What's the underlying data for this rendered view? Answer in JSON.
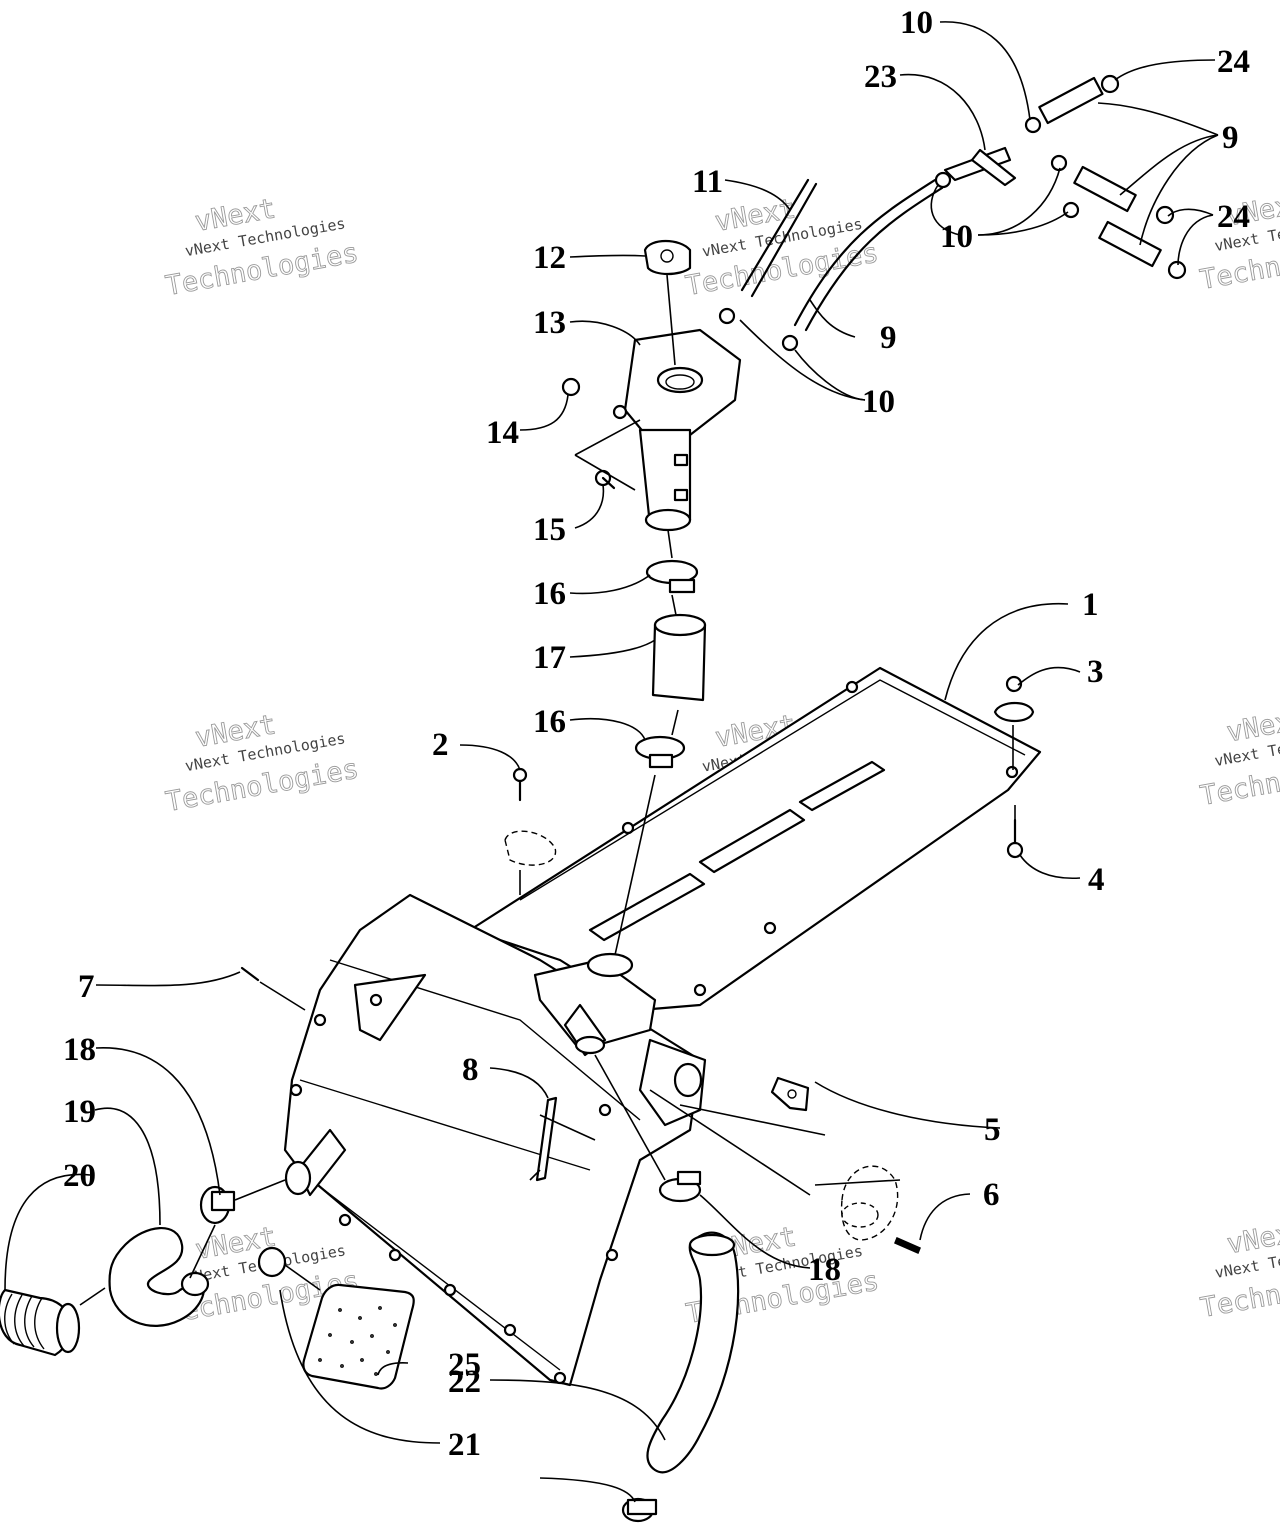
{
  "callouts": [
    "1",
    "2",
    "3",
    "4",
    "5",
    "6",
    "7",
    "8",
    "9",
    "9",
    "10",
    "10",
    "10",
    "11",
    "12",
    "13",
    "14",
    "15",
    "16",
    "16",
    "17",
    "18",
    "18",
    "19",
    "20",
    "21",
    "22",
    "23",
    "24",
    "24",
    "25"
  ],
  "watermark": {
    "line1": "vNext",
    "line2": "vNext Technologies",
    "line3": "Technologies"
  }
}
